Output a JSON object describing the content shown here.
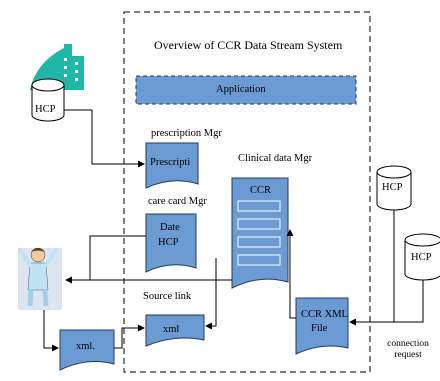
{
  "diagram": {
    "title": "Overview of CCR Data Stream System",
    "application_label": "Application",
    "prescription_mgr_label": "prescription Mgr",
    "prescription_doc_label": "Prescripti",
    "care_card_mgr_label": "care card Mgr",
    "care_card_doc_line1": "Date",
    "care_card_doc_line2": "HCP",
    "clinical_data_mgr_label": "Clinical data Mgr",
    "ccr_label": "CCR",
    "source_link_label": "Source link",
    "xml_inner_label": "xml",
    "xml_outer_label": "xml.",
    "ccr_xml_line1": "CCR XML",
    "ccr_xml_line2": "File",
    "hcp_left_label": "HCP",
    "hcp_right_top_label": "HCP",
    "hcp_right_bottom_label": "HCP",
    "connection_line1": "connection",
    "connection_line2": "request"
  },
  "colors": {
    "box_fill": "#6b9bd2",
    "box_stroke": "#1f3b63",
    "building_fill": "#21b7a8",
    "line": "#000000"
  },
  "icons": [
    "hospital-building-icon",
    "person-icon",
    "database-cylinder-icon"
  ]
}
